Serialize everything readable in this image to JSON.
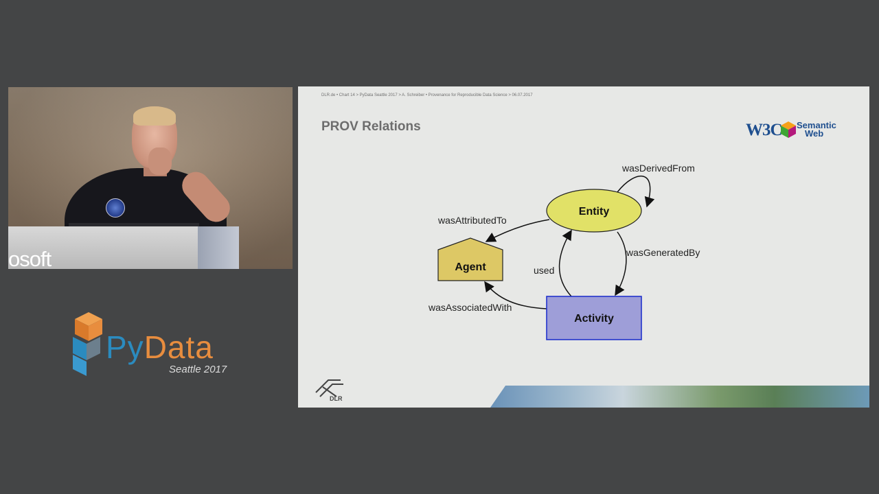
{
  "event": {
    "logo_text_py": "Py",
    "logo_text_data": "Data",
    "city": "Seattle 2017",
    "podium_text": "osoft",
    "colors": {
      "py": "#2b8bbf",
      "data": "#e88d3e",
      "background": "#444546"
    }
  },
  "slide": {
    "breadcrumb": "DLR.de  •  Chart 14     > PyData Seattle 2017 > A. Schreiber  •  Provenance for Reproducible Data Science > 06.07.2017",
    "title": "PROV Relations",
    "w3c_logo": {
      "mark": "W3C",
      "sup": "®",
      "line1": "Semantic",
      "line2": "Web"
    },
    "footer_logo": "DLR",
    "diagram": {
      "nodes": {
        "entity": "Entity",
        "agent": "Agent",
        "activity": "Activity"
      },
      "edges": {
        "was_derived_from": "wasDerivedFrom",
        "was_attributed_to": "wasAttributedTo",
        "was_generated_by": "wasGeneratedBy",
        "used": "used",
        "was_associated_with": "wasAssociatedWith"
      },
      "colors": {
        "entity": "#e1e167",
        "agent": "#ddc865",
        "activity": "#9e9ed8",
        "activity_border": "#2233cc"
      }
    }
  }
}
